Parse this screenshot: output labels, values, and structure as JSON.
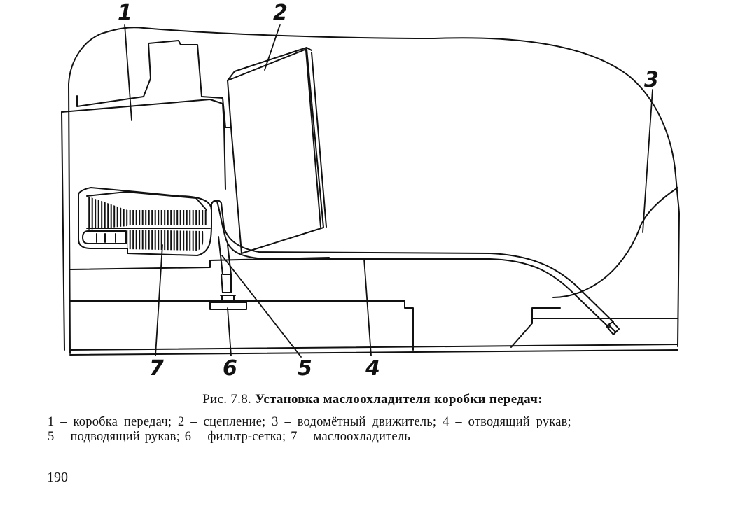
{
  "figure": {
    "callouts": {
      "c1": "1",
      "c2": "2",
      "c3": "3",
      "c4": "4",
      "c5": "5",
      "c6": "6",
      "c7": "7"
    }
  },
  "caption": {
    "prefix": "Рис. 7.8.",
    "title": "Установка маслоохладителя коробки передач:",
    "legend_line_1": "1 – коробка передач; 2 – сцепление; 3 – водомётный движитель; 4 – отводящий рукав;",
    "legend_line_2": "5 – подводящий рукав; 6 – фильтр-сетка; 7 – маслоохладитель"
  },
  "page_number": "190"
}
